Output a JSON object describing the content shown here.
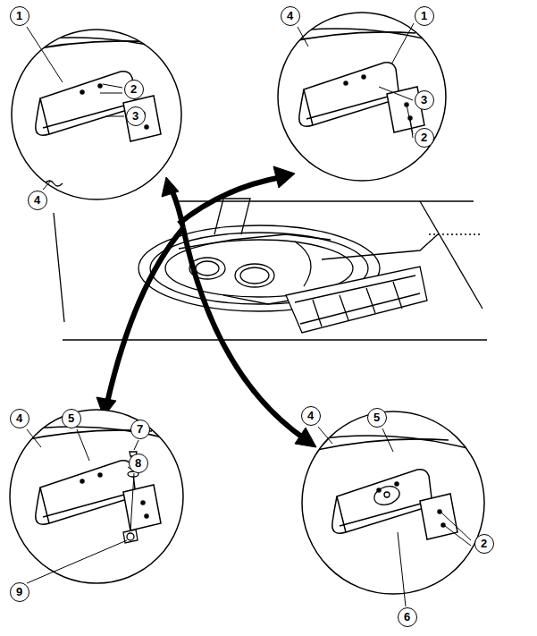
{
  "diagram": {
    "labels": [
      "1",
      "2",
      "3",
      "4",
      "4",
      "1",
      "3",
      "2",
      "4",
      "5",
      "7",
      "8",
      "9",
      "4",
      "5",
      "2",
      "6"
    ]
  }
}
